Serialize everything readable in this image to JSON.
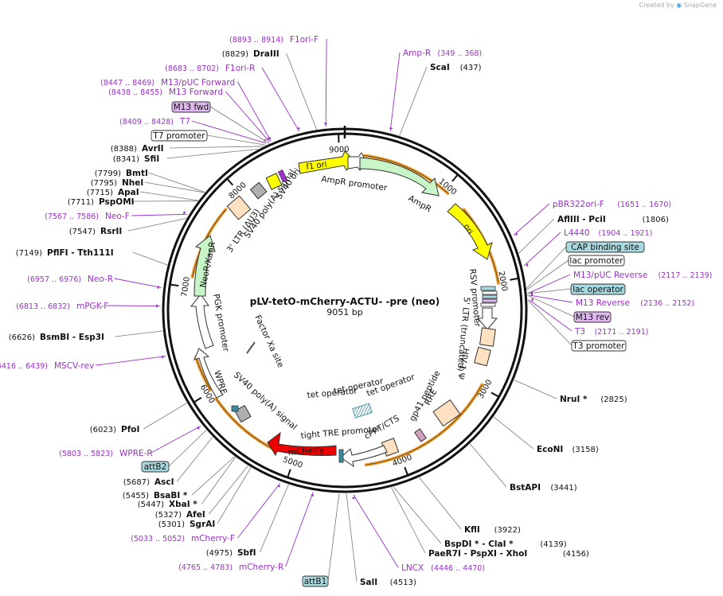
{
  "brand": {
    "created_by": "Created by",
    "name": "SnapGene"
  },
  "plasmid": {
    "name": "pLV-tetO-mCherry-ACTU- -pre (neo)",
    "length": "9051 bp"
  },
  "ticks": [
    {
      "label": "1000",
      "bp": 1000
    },
    {
      "label": "2000",
      "bp": 2000
    },
    {
      "label": "3000",
      "bp": 3000
    },
    {
      "label": "4000",
      "bp": 4000
    },
    {
      "label": "5000",
      "bp": 5000
    },
    {
      "label": "6000",
      "bp": 6000
    },
    {
      "label": "7000",
      "bp": 7000
    },
    {
      "label": "8000",
      "bp": 8000
    },
    {
      "label": "9000",
      "bp": 9000
    }
  ],
  "enzymes": [
    {
      "name": "ScaI",
      "pos": "(437)",
      "bp": 437
    },
    {
      "name": "AflIII  - PciI",
      "pos": "(1806)",
      "bp": 1806
    },
    {
      "name": "NruI *",
      "pos": "(2825)",
      "bp": 2825
    },
    {
      "name": "EcoNI",
      "pos": "(3158)",
      "bp": 3158
    },
    {
      "name": "BstAPI",
      "pos": "(3441)",
      "bp": 3441
    },
    {
      "name": "KflI",
      "pos": "(3922)",
      "bp": 3922
    },
    {
      "name": "BspDI * - ClaI *",
      "pos": "(4139)",
      "bp": 4139
    },
    {
      "name": "PaeR7I  - PspXI  - XhoI",
      "pos": "(4156)",
      "bp": 4156
    },
    {
      "name": "SalI",
      "pos": "(4513)",
      "bp": 4513
    },
    {
      "name": "SbfI",
      "pos": "(4975)",
      "bp": 4975
    },
    {
      "name": "SgrAI",
      "pos": "(5301)",
      "bp": 5301
    },
    {
      "name": "AfeI",
      "pos": "(5327)",
      "bp": 5327
    },
    {
      "name": "XbaI *",
      "pos": "(5447)",
      "bp": 5447
    },
    {
      "name": "BsaBI *",
      "pos": "(5455)",
      "bp": 5455
    },
    {
      "name": "AscI",
      "pos": "(5687)",
      "bp": 5687
    },
    {
      "name": "PfoI",
      "pos": "(6023)",
      "bp": 6023
    },
    {
      "name": "BsmBI  - Esp3I",
      "pos": "(6626)",
      "bp": 6626
    },
    {
      "name": "PflFI  - Tth111I",
      "pos": "(7149)",
      "bp": 7149
    },
    {
      "name": "RsrII",
      "pos": "(7547)",
      "bp": 7547
    },
    {
      "name": "PspOMI",
      "pos": "(7711)",
      "bp": 7711
    },
    {
      "name": "ApaI",
      "pos": "(7715)",
      "bp": 7715
    },
    {
      "name": "NheI",
      "pos": "(7795)",
      "bp": 7795
    },
    {
      "name": "BmtI",
      "pos": "(7799)",
      "bp": 7799
    },
    {
      "name": "SfiI",
      "pos": "(8341)",
      "bp": 8341
    },
    {
      "name": "AvrII",
      "pos": "(8388)",
      "bp": 8388
    },
    {
      "name": "DraIII",
      "pos": "(8829)",
      "bp": 8829
    }
  ],
  "primers": [
    {
      "name": "Amp-R",
      "pos": "(349 .. 368)",
      "bp": 358
    },
    {
      "name": "pBR322ori-F",
      "pos": "(1651 .. 1670)",
      "bp": 1660
    },
    {
      "name": "L4440",
      "pos": "(1904 .. 1921)",
      "bp": 1912
    },
    {
      "name": "M13/pUC Reverse",
      "pos": "(2117 .. 2139)",
      "bp": 2128
    },
    {
      "name": "M13 Reverse",
      "pos": "(2136 .. 2152)",
      "bp": 2144
    },
    {
      "name": "T3",
      "pos": "(2171 .. 2191)",
      "bp": 2181
    },
    {
      "name": "LNCX",
      "pos": "(4446 .. 4470)",
      "bp": 4458
    },
    {
      "name": "mCherry-R",
      "pos": "(4765 .. 4783)",
      "bp": 4774
    },
    {
      "name": "mCherry-F",
      "pos": "(5033 .. 5052)",
      "bp": 5042
    },
    {
      "name": "WPRE-R",
      "pos": "(5803 .. 5823)",
      "bp": 5813
    },
    {
      "name": "MSCV-rev",
      "pos": "(6416 .. 6439)",
      "bp": 6427
    },
    {
      "name": "mPGK-F",
      "pos": "(6813 .. 6832)",
      "bp": 6822
    },
    {
      "name": "Neo-R",
      "pos": "(6957 .. 6976)",
      "bp": 6966
    },
    {
      "name": "Neo-F",
      "pos": "(7567 .. 7586)",
      "bp": 7576
    },
    {
      "name": "T7",
      "pos": "(8409 .. 8428)",
      "bp": 8418
    },
    {
      "name": "M13 Forward",
      "pos": "(8438 .. 8455)",
      "bp": 8446
    },
    {
      "name": "M13/pUC Forward",
      "pos": "(8447 .. 8469)",
      "bp": 8458
    },
    {
      "name": "F1ori-R",
      "pos": "(8683 .. 8702)",
      "bp": 8692
    },
    {
      "name": "F1ori-F",
      "pos": "(8893 .. 8914)",
      "bp": 8903
    }
  ],
  "boxed_labels": [
    {
      "text": "CAP binding site",
      "style": "blue"
    },
    {
      "text": "lac promoter",
      "style": "white"
    },
    {
      "text": "lac operator",
      "style": "blue"
    },
    {
      "text": "M13 rev",
      "style": "violet"
    },
    {
      "text": "T3 promoter",
      "style": "white"
    },
    {
      "text": "attB1",
      "style": "blue"
    },
    {
      "text": "attB2",
      "style": "blue"
    },
    {
      "text": "M13 fwd",
      "style": "violet"
    },
    {
      "text": "T7 promoter",
      "style": "white"
    }
  ],
  "features": {
    "f1_ori": "f1 ori",
    "ampr_promoter": "AmpR promoter",
    "ampr": "AmpR",
    "ori": "ori",
    "rsv_promoter": "RSV promoter",
    "ltr5": "5' LTR (truncated)",
    "hiv_psi": "HIV-1 Ψ",
    "rre": "RRE",
    "gp41": "gp41 peptide",
    "cppt": "cPPT/CTS",
    "tet_op_1": "tet operator",
    "tet_op_2": "tet operator",
    "tet_op_3": "tet operator",
    "tight_tre": "tight TRE promoter",
    "mcherry": "mCherry",
    "sv40_polya_lower": "SV40 poly(A) signal",
    "wpre": "WPRE",
    "pgk": "PGK promoter",
    "factor_xa": "Factor Xa site",
    "neo": "NeoR/KanR",
    "ltr3": "3' LTR (ΔU3)",
    "sv40_polya_upper": "SV40 poly(A) signal",
    "sv40_ori": "SV40 ori"
  },
  "colors": {
    "ring": "#111111",
    "enzyme_line": "#666666",
    "primer": "#9b30c9",
    "orange_arc": "#f0a030",
    "arrow_green": "#c8f5c8",
    "arrow_yellow": "#ffff00",
    "arrow_red": "#ee0000",
    "peach": "#ffe0c0",
    "blue_box": "#a8d8e0",
    "violet_box": "#e0b8f0"
  }
}
